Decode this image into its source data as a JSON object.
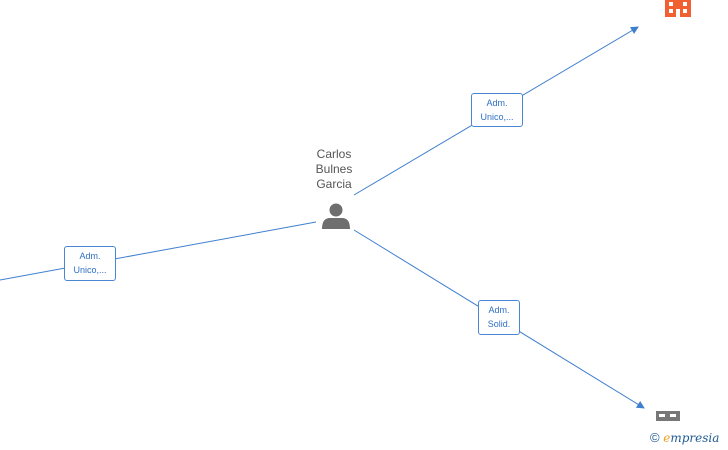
{
  "person": {
    "name_lines": [
      "Carlos",
      "Bulnes",
      "Garcia"
    ],
    "icon": "person-icon"
  },
  "roles": [
    {
      "line1": "Adm.",
      "line2": "Unico,..."
    },
    {
      "line1": "Adm.",
      "line2": "Unico,..."
    },
    {
      "line1": "Adm.",
      "line2": "Solid."
    }
  ],
  "nodes": [
    {
      "icon": "company-building-icon",
      "color": "#f06030"
    },
    {
      "icon": "company-building-icon",
      "color": "#777777"
    }
  ],
  "colors": {
    "edge": "#3f7fcf",
    "person": "#6e6e6e"
  },
  "copyright": {
    "symbol": "©",
    "brand_initial": "e",
    "brand_rest": "mpresia"
  }
}
